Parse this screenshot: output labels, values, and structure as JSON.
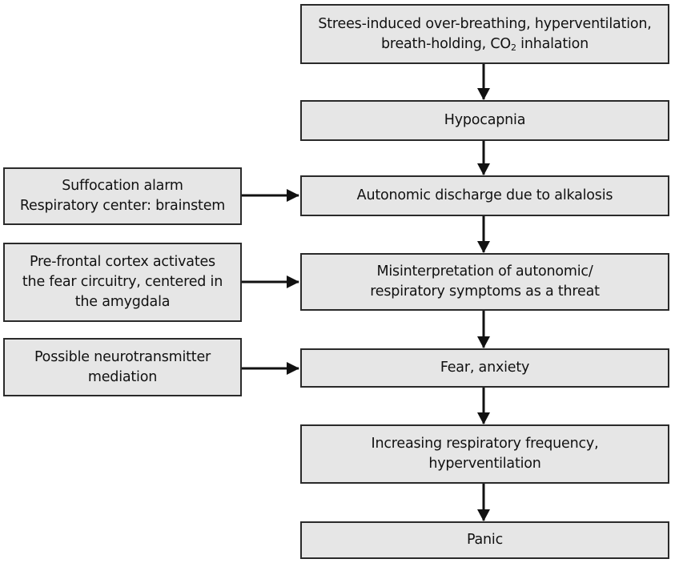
{
  "flow": {
    "stress": {
      "line1": "Strees-induced over-breathing, hyperventilation,",
      "line2_prefix": "breath-holding, CO",
      "line2_sub": "2",
      "line2_suffix": " inhalation"
    },
    "hypocapnia": "Hypocapnia",
    "autonomic": "Autonomic discharge due to alkalosis",
    "misinterpretation": {
      "line1": "Misinterpretation of autonomic/",
      "line2": "respiratory symptoms as a threat"
    },
    "fear": "Fear, anxiety",
    "increasing": {
      "line1": "Increasing respiratory frequency,",
      "line2": "hyperventilation"
    },
    "panic": "Panic"
  },
  "side": {
    "suffocation": {
      "line1": "Suffocation alarm",
      "line2": "Respiratory center: brainstem"
    },
    "prefrontal": {
      "line1": "Pre-frontal cortex activates",
      "line2": "the fear circuitry, centered in",
      "line3": "the amygdala"
    },
    "neurotransmitter": {
      "line1": "Possible neurotransmitter",
      "line2": "mediation"
    }
  },
  "colors": {
    "box_fill": "#e6e6e6",
    "border": "#2a2a2a",
    "arrow": "#111111"
  }
}
